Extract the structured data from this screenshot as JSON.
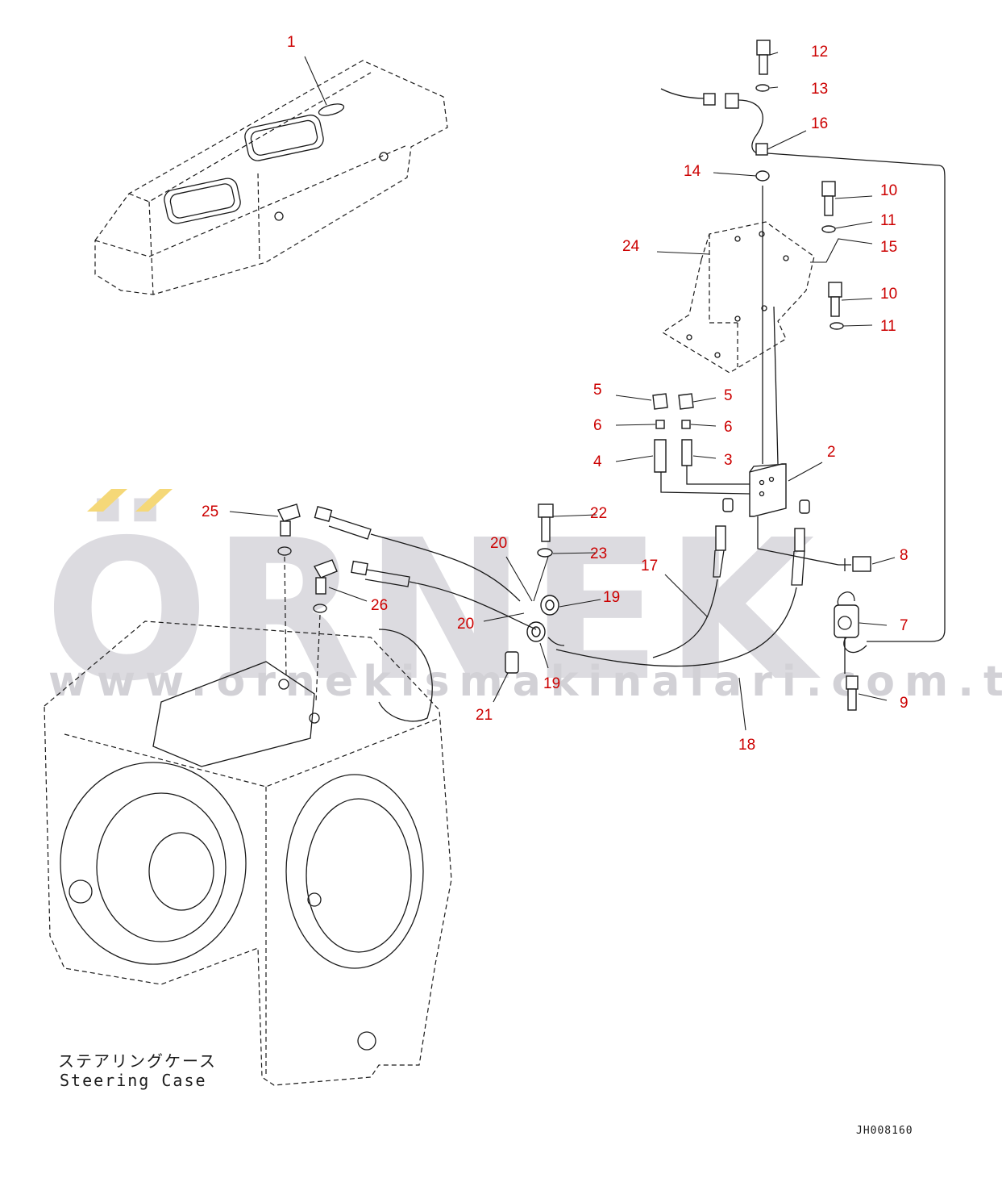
{
  "diagram": {
    "code": "JH008160",
    "part_label_jp": "ステアリングケース",
    "part_label_en": "Steering Case",
    "callout_color": "#cc0000",
    "line_color": "#1a1a1a"
  },
  "watermark": {
    "brand": "ÖRNEK",
    "url": "www.ornekismakinalari.com.tr",
    "text_color": "#dcdbe0",
    "accent_color": "#f5d878"
  },
  "callouts": [
    "1",
    "2",
    "3",
    "4",
    "5",
    "5",
    "6",
    "6",
    "7",
    "8",
    "9",
    "10",
    "10",
    "11",
    "11",
    "12",
    "13",
    "14",
    "15",
    "16",
    "17",
    "18",
    "19",
    "19",
    "20",
    "20",
    "21",
    "22",
    "23",
    "24",
    "25",
    "26"
  ]
}
